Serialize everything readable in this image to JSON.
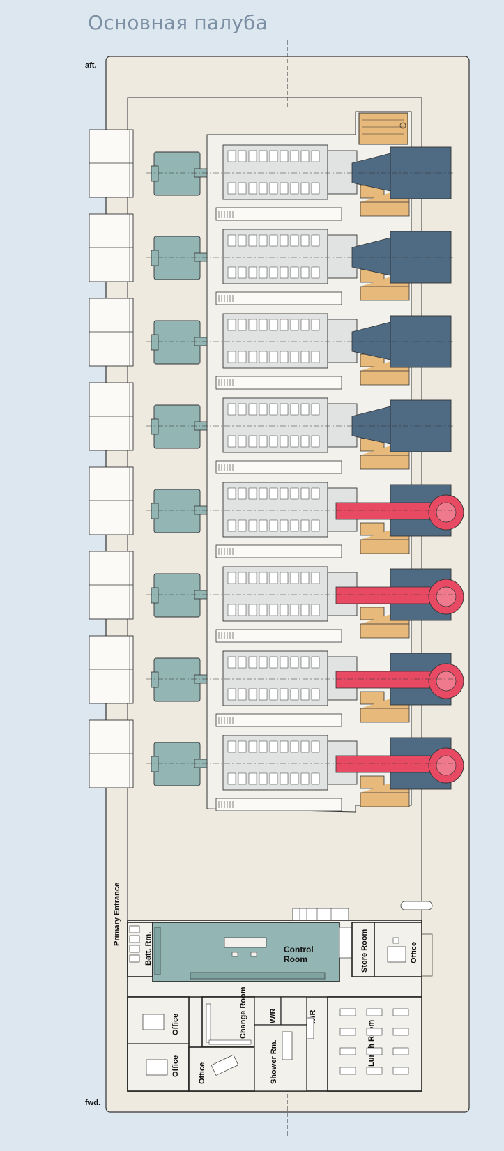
{
  "title": "Основная палуба",
  "markers": {
    "aft": "aft.",
    "fwd": "fwd."
  },
  "engine_count": 8,
  "engines_with_red_exhaust": [
    5,
    6,
    7,
    8
  ],
  "colors": {
    "background": "#dce7f0",
    "deck": "#eeeae0",
    "generator": "#93b5b3",
    "engine": "#e1e2e2",
    "exhaust": "#4f6b83",
    "exhaust_red": "#e84a64",
    "aux_tan": "#e7b97a",
    "control_room": "#93b5b3"
  },
  "rooms": {
    "primary_entrance": "Primary Entrance",
    "batt_rm": "Batt. Rm.",
    "control_room_line1": "Control",
    "control_room_line2": "Room",
    "store_room": "Store Room",
    "office_right": "Office",
    "office_a": "Office",
    "office_b": "Office",
    "office_c": "Office",
    "change_room": "Change Room",
    "wr_1": "W/R",
    "wr_2": "W/R",
    "shower_rm": "Shower Rm.",
    "lunch_room": "Lunch Room"
  }
}
